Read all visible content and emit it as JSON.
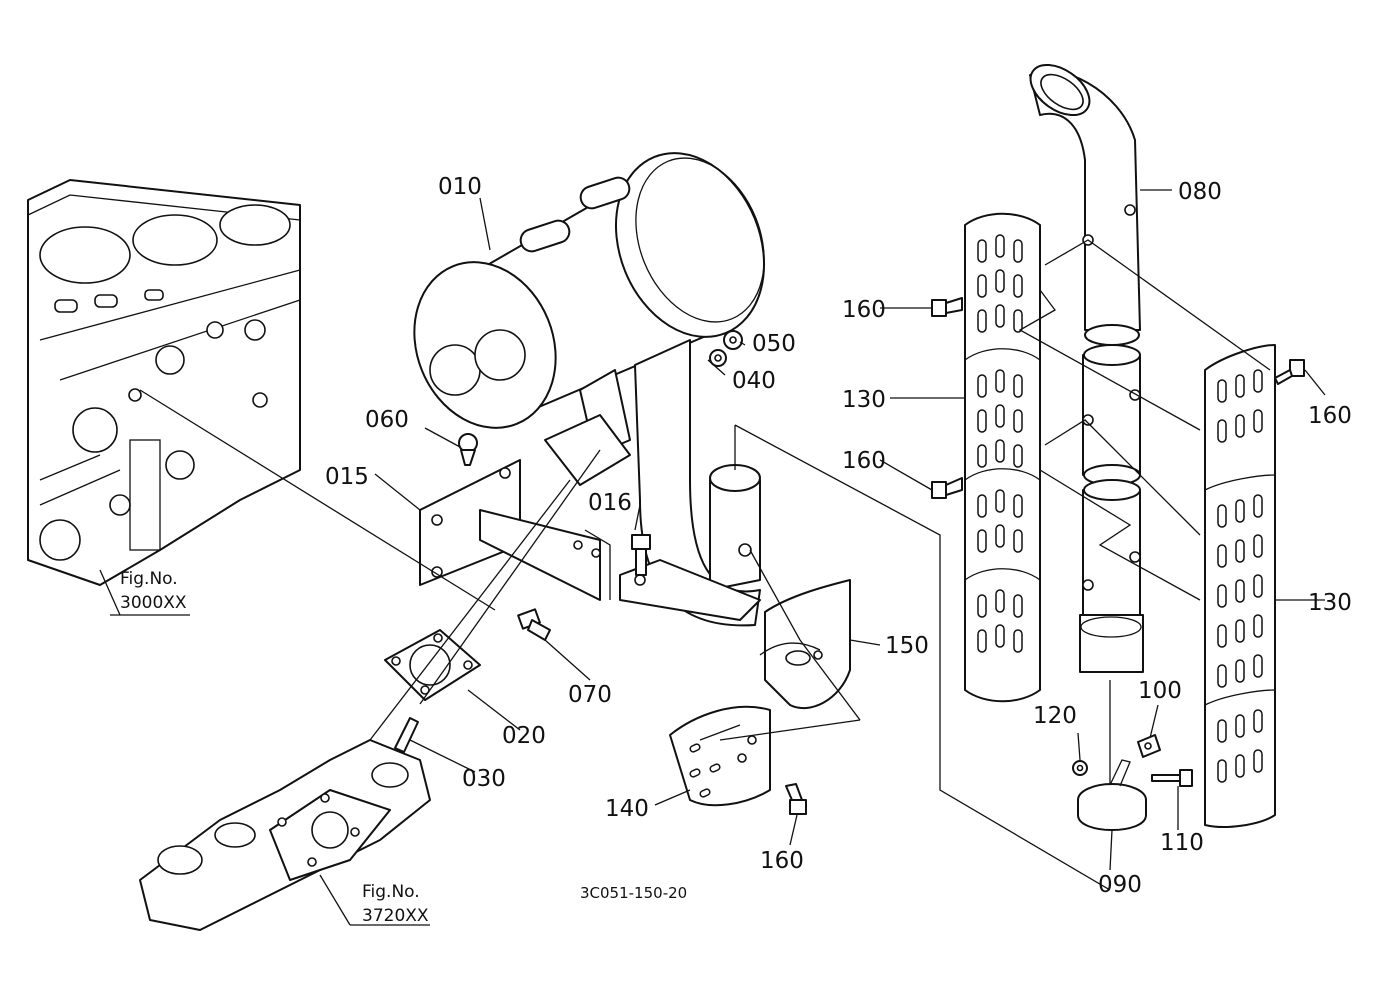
{
  "callouts": {
    "p010": "010",
    "p015": "015",
    "p016": "016",
    "p020": "020",
    "p030": "030",
    "p040": "040",
    "p050": "050",
    "p060": "060",
    "p070": "070",
    "p080": "080",
    "p090": "090",
    "p100": "100",
    "p110": "110",
    "p120": "120",
    "p130_left": "130",
    "p130_right": "130",
    "p140": "140",
    "p150": "150",
    "p160_a": "160",
    "p160_b": "160",
    "p160_c": "160",
    "p160_d": "160"
  },
  "figure_refs": {
    "engine_label": "Fig.No.",
    "engine_number": "3000XX",
    "manifold_label": "Fig.No.",
    "manifold_number": "3720XX"
  },
  "drawing_code": "3C051-150-20"
}
